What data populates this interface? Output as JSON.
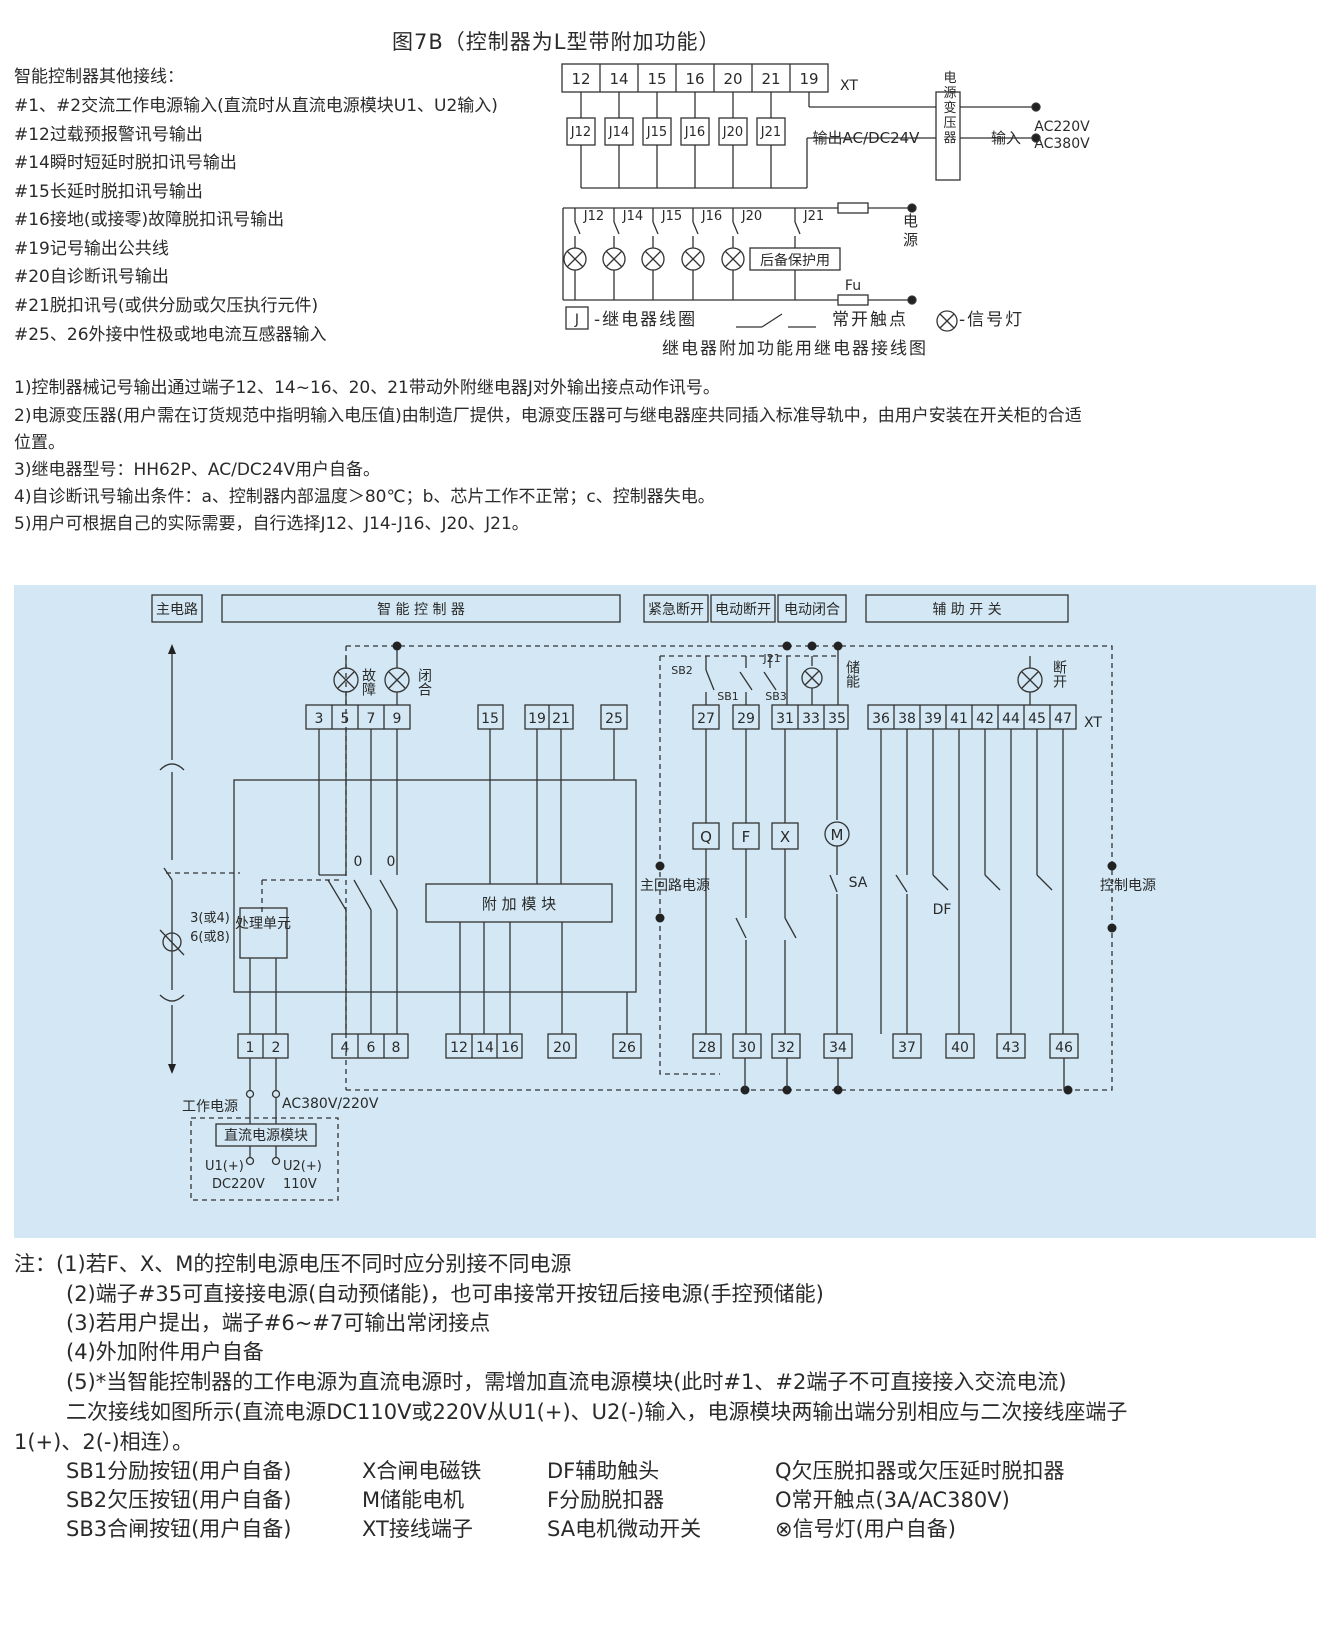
{
  "figure_title": "图7B（控制器为L型带附加功能）",
  "other_wiring": {
    "heading": "智能控制器其他接线：",
    "lines": [
      "#1、#2交流工作电源输入(直流时从直流电源模块U1、U2输入)",
      "#12过载预报警讯号输出",
      "#14瞬时短延时脱扣讯号输出",
      "#15长延时脱扣讯号输出",
      "#16接地(或接零)故障脱扣讯号输出",
      "#19记号输出公共线",
      "#20自诊断讯号输出",
      "#21脱扣讯号(或供分励或欠压执行元件)",
      "#25、26外接中性极或地电流互感器输入"
    ]
  },
  "relay_diagram": {
    "terminals": [
      "12",
      "14",
      "15",
      "16",
      "20",
      "21",
      "19"
    ],
    "xt": "XT",
    "relays": [
      "J12",
      "J14",
      "J15",
      "J16",
      "J20",
      "J21"
    ],
    "output_label": "输出AC/DC24V",
    "transformer": "电源变压器",
    "input_label": "输入",
    "input_v1": "AC220V",
    "input_v2": "AC380V",
    "power_label": "电源",
    "backup": "后备保护用",
    "fuse": "Fu",
    "legend_coil_box": "J",
    "legend_coil": "-继电器线圈",
    "legend_contact": "常开触点",
    "legend_lamp": "-信号灯",
    "caption": "继电器附加功能用继电器接线图"
  },
  "notes": [
    "1)控制器械记号输出通过端子12、14~16、20、21带动外附继电器J对外输出接点动作讯号。",
    "2)电源变压器(用户需在订货规范中指明输入电压值)由制造厂提供，电源变压器可与继电器座共同插入标准导轨中，由用户安装在开关柜的合适",
    "位置。",
    "3)继电器型号：HH62P、AC/DC24V用户自备。",
    "4)自诊断讯号输出条件：a、控制器内部温度＞80℃；b、芯片工作不正常；c、控制器失电。",
    "5)用户可根据自己的实际需要，自行选择J12、J14-J16、J20、J21。"
  ],
  "main_diagram": {
    "headers": {
      "main_circuit": "主电路",
      "controller": "智 能 控 制 器",
      "emergency_off": "紧急断开",
      "electric_off": "电动断开",
      "electric_close": "电动闭合",
      "aux_switch": "辅 助 开 关"
    },
    "top_terminals_a": [
      "3",
      "5",
      "7",
      "9"
    ],
    "top_terminal_15": "15",
    "top_terminals_b": [
      "19",
      "21"
    ],
    "top_terminal_25": "25",
    "top_terminal_27": "27",
    "top_terminal_29": "29",
    "top_terminals_c": [
      "31",
      "33",
      "35"
    ],
    "top_terminals_d": [
      "36",
      "38",
      "39",
      "41",
      "42",
      "44",
      "45",
      "47"
    ],
    "xt": "XT",
    "fault": "故障",
    "close": "闭合",
    "storage": "储能",
    "open": "断开",
    "sb1": "SB1",
    "sb2": "SB2",
    "sb3": "SB3",
    "j21": "J21",
    "coil_q": "Q",
    "coil_f": "F",
    "coil_x": "X",
    "motor": "M",
    "sa": "SA",
    "df": "DF",
    "zero_a": "0",
    "zero_b": "0",
    "ct_label_1": "3(或4)",
    "ct_label_2": "6(或8)",
    "processing_unit": "处理单元",
    "addon_module": "附 加 模 块",
    "main_circuit_power": "主回路电源",
    "control_power": "控制电源",
    "bottom_terminals_a": [
      "1",
      "2"
    ],
    "bottom_terminals_b": [
      "4",
      "6",
      "8"
    ],
    "bottom_terminals_c": [
      "12",
      "14",
      "16"
    ],
    "bottom_terminal_20": "20",
    "bottom_terminal_26": "26",
    "bottom_terminal_28": "28",
    "bottom_terminal_30": "30",
    "bottom_terminal_32": "32",
    "bottom_terminal_34": "34",
    "bottom_terminal_37": "37",
    "bottom_terminal_40": "40",
    "bottom_terminal_43": "43",
    "bottom_terminal_46": "46",
    "work_power": "工作电源",
    "ac_voltage": "AC380V/220V",
    "dc_module": "直流电源模块",
    "u1": "U1(+)",
    "u2": "U2(+)",
    "dc220": "DC220V",
    "v110": "110V"
  },
  "bottom_notes": {
    "lines": [
      "注：(1)若F、X、M的控制电源电压不同时应分别接不同电源",
      "(2)端子#35可直接接电源(自动预储能)，也可串接常开按钮后接电源(手控预储能)",
      "(3)若用户提出，端子#6~#7可输出常闭接点",
      "(4)外加附件用户自备",
      "(5)*当智能控制器的工作电源为直流电源时，需增加直流电源模块(此时#1、#2端子不可直接接入交流电流)",
      "二次接线如图所示(直流电源DC110V或220V从U1(+)、U2(-)输入，电源模块两输出端分别相应与二次接线座端子",
      "1(+)、2(-)相连）。"
    ],
    "legend": [
      [
        "SB1分励按钮(用户自备)",
        "X合闸电磁铁",
        "DF辅助触头",
        "Q欠压脱扣器或欠压延时脱扣器"
      ],
      [
        "SB2欠压按钮(用户自备)",
        "M储能电机",
        "F分励脱扣器",
        "O常开触点(3A/AC380V)"
      ],
      [
        "SB3合闸按钮(用户自备)",
        "XT接线端子",
        "SA电机微动开关",
        "⊗信号灯(用户自备)"
      ]
    ]
  },
  "colors": {
    "panel_bg": "#d3e8f4",
    "line": "#333333",
    "text": "#2a2a2a"
  }
}
